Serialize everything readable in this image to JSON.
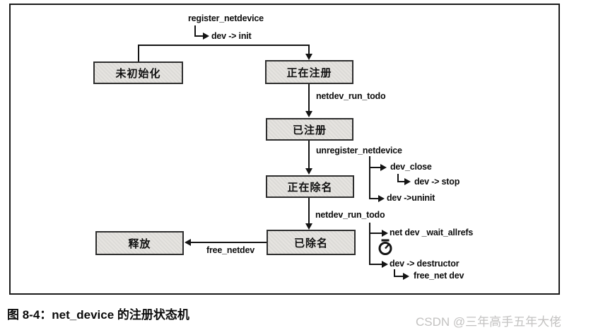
{
  "diagram": {
    "states": {
      "uninitialized": "未初始化",
      "registering": "正在注册",
      "registered": "已注册",
      "unregistering": "正在除名",
      "unregistered": "已除名",
      "freed": "释放"
    },
    "transitions": {
      "register_netdevice": "register_netdevice",
      "dev_init": "dev -> init",
      "netdev_run_todo_top": "netdev_run_todo",
      "unregister_netdevice": "unregister_netdevice",
      "dev_close": "dev_close",
      "dev_stop": "dev -> stop",
      "dev_uninit": "dev ->uninit",
      "netdev_run_todo_bottom": "netdev_run_todo",
      "netdev_wait_allrefs": "net dev _wait_allrefs",
      "dev_destructor": "dev -> destructor",
      "free_net_dev": "free_net dev",
      "free_netdev": "free_netdev"
    },
    "icons": {
      "stopwatch": "stopwatch-icon"
    },
    "caption": "图 8-4：net_device 的注册状态机",
    "watermark": "CSDN @三年高手五年大佬",
    "colors": {
      "box_fill": "#e5e3df",
      "box_border": "#2e2e2e",
      "line": "#141414",
      "watermark_text": "#c3c2c1"
    }
  }
}
